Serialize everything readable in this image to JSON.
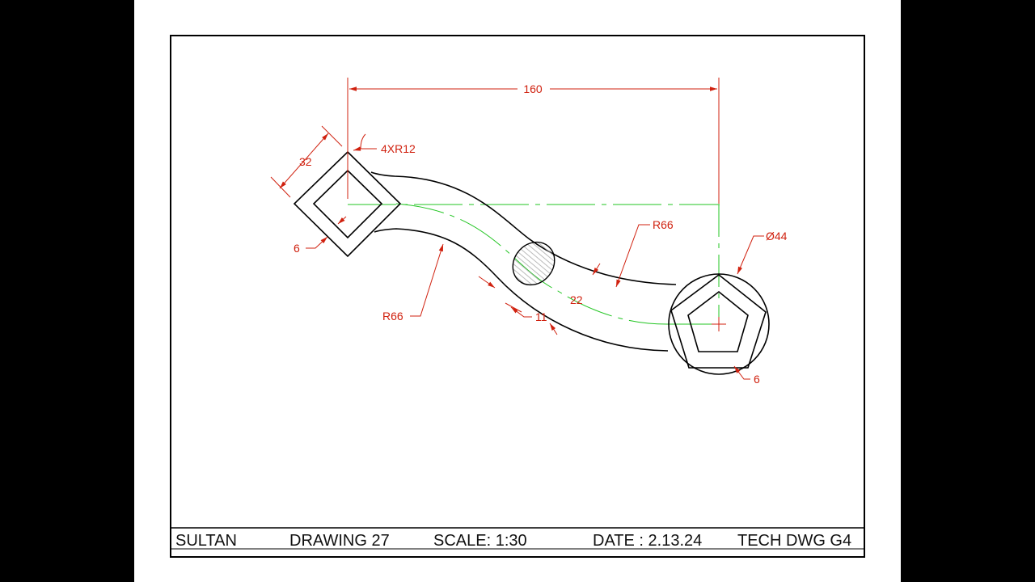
{
  "dimensions": {
    "overall_length": "160",
    "corner_radius": "4XR12",
    "square_size": "32",
    "square_wall": "6",
    "arc_radius_lower": "R66",
    "arc_radius_upper": "R66",
    "circle_diameter": "Ø44",
    "pentagon_wall": "6",
    "handle_width": "22",
    "section_width": "11"
  },
  "title_block": {
    "author": "SULTAN",
    "drawing": "DRAWING 27",
    "scale": "SCALE: 1:30",
    "date": "DATE : 2.13.24",
    "class": "TECH DWG G4"
  },
  "colors": {
    "dimension": "#d0210f",
    "centerline": "#22c522",
    "outline": "#000000",
    "page": "#ffffff",
    "surround": "#000000"
  }
}
